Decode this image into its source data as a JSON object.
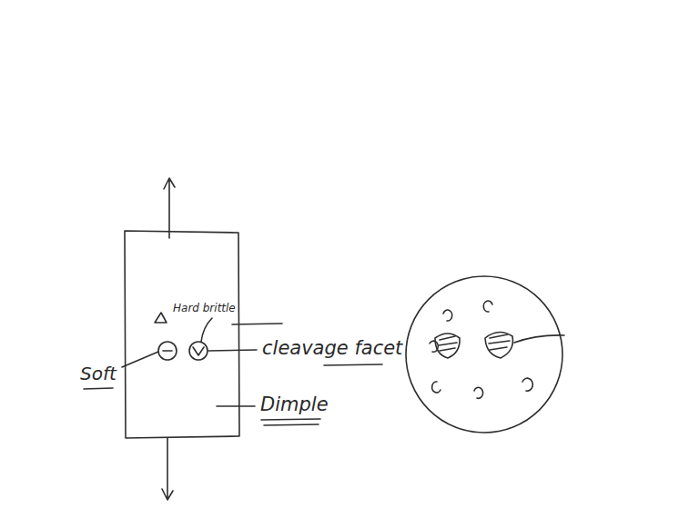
{
  "diagram": {
    "labels": [
      "Hard brittle",
      "cleavage facet",
      "Soft",
      "Dimple"
    ]
  }
}
